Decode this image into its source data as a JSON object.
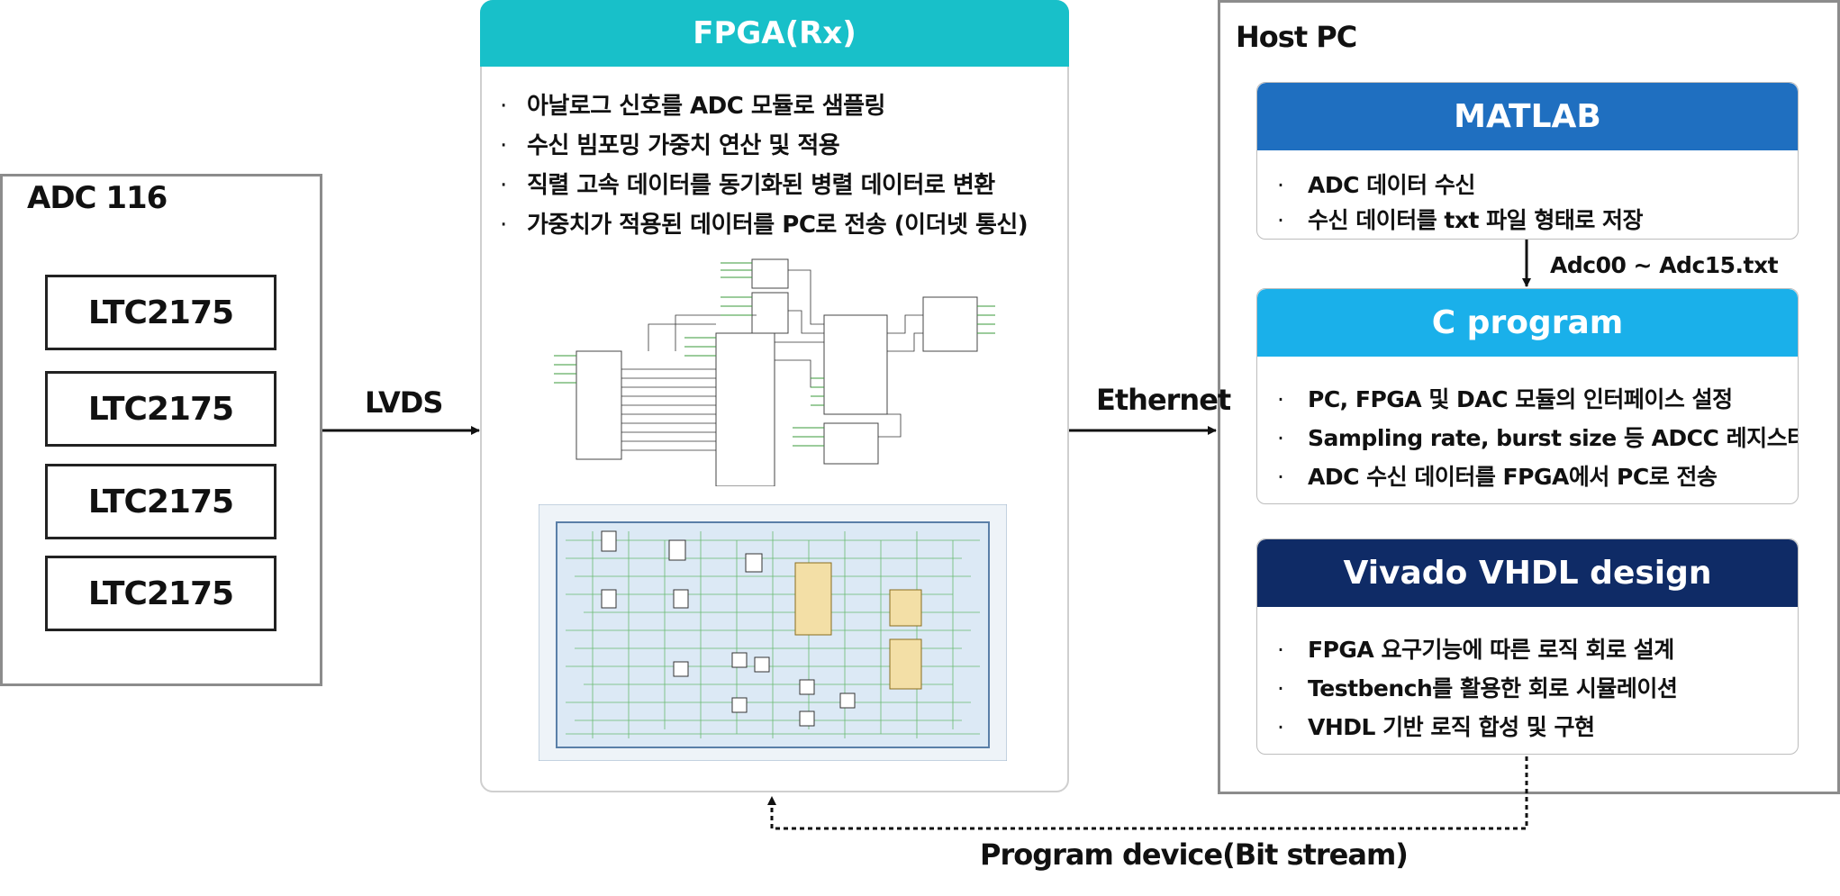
{
  "adc": {
    "title": "ADC 116",
    "chips": [
      "LTC2175",
      "LTC2175",
      "LTC2175",
      "LTC2175"
    ]
  },
  "fpga": {
    "title": "FPGA(Rx)",
    "bullets": [
      "아날로그 신호를 ADC 모듈로 샘플링",
      "수신 빔포밍 가중치 연산 및 적용",
      "직렬 고속 데이터를 동기화된 병렬 데이터로 변환",
      "가중치가 적용된 데이터를 PC로 전송 (이더넷 통신)"
    ]
  },
  "host": {
    "title": "Host PC",
    "matlab": {
      "title": "MATLAB",
      "color": "#1f6fc0",
      "bullets": [
        "ADC 데이터 수신",
        "수신 데이터를 txt 파일 형태로 저장"
      ]
    },
    "c_program": {
      "title": "C program",
      "color": "#1ab0ea",
      "bullets": [
        "PC, FPGA 및 DAC 모듈의 인터페이스 설정",
        "Sampling rate, burst size 등 ADCC 레지스터 설정",
        "ADC 수신 데이터를 FPGA에서 PC로 전송"
      ]
    },
    "vivado": {
      "title": "Vivado VHDL design",
      "color": "#0f2b66",
      "bullets": [
        "FPGA 요구기능에 따른 로직 회로 설계",
        "Testbench를 활용한 회로 시뮬레이션",
        "VHDL 기반 로직 합성 및 구현"
      ]
    }
  },
  "connections": {
    "lvds": "LVDS",
    "ethernet": "Ethernet",
    "files": "Adc00 ~ Adc15.txt",
    "program": "Program device(Bit stream)"
  },
  "bullet_symbol": "·"
}
